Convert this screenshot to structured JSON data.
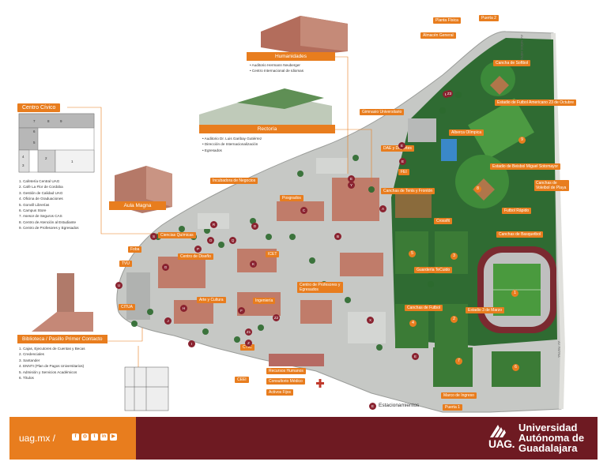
{
  "panels": {
    "centro_civico": {
      "title": "Centro Cívico",
      "items": [
        "1. Cafetería  Central UAG",
        "2. Café  La Flor de Cordoba",
        "3. Gestión de Calidad UAG",
        "4. Oficina de Graduaciones",
        "5. Gonvill Librerías",
        "6. Campus Store",
        "7.  Asesor  de  Seguros CAS",
        "8. Centro de Atención al Estudiante",
        "9. Centro de Profesores y Egresados"
      ],
      "floorplan_numbers": [
        "7",
        "8",
        "9",
        "6",
        "5",
        "2",
        "4",
        "3",
        "1"
      ]
    },
    "humanidades": {
      "title": "Humanidades",
      "items": [
        "• Auditorio Hermann Neuberger",
        "• Centro Internacional de Idiomas"
      ]
    },
    "rectoria": {
      "title": "Rectoría",
      "items": [
        "• Auditorio Dr. Luis Garibay Gutiérrez",
        "• Dirección de Internacionalización",
        "• Egresados"
      ]
    },
    "aula_magna": {
      "title": "Aula Magna"
    },
    "biblioteca": {
      "title": "Biblioteca / Pasillo Primer Contacto",
      "items": [
        "1. Cajas, Ejecutores de Cuentas y Becas",
        "2. Credenciales",
        "3. Santander",
        "4. ENNTI (Plan de Pagos Universitarios)",
        "5. Admisión y Servicios Académicos",
        "6. Títulos"
      ]
    }
  },
  "map_labels": {
    "planta_fisica": "Planta Física",
    "puerta_2": "Puerta 2",
    "almacen_general": "Almacén General",
    "cancha_softbol": "Cancha de Softbol",
    "estadio_americano": "Estadio de Futbol Americano 23 de Octubre",
    "gimnasio": "Gimnasio Universitario",
    "alberca": "Alberca Olímpica",
    "dae": "DAE y Deportes",
    "fei": "FEI",
    "estadio_beisbol": "Estadio de Beisbol Miguel Sotomayor",
    "canchas_voleibol": "Canchas de Voleibol de Playa",
    "incubadora": "Incubadora de Negocios",
    "canchas_tenis": "Canchas de Tenis y Frontón",
    "posgrados": "Posgrados",
    "crossfit": "Crossfit",
    "futbol_rapido": "Futbol Rápido",
    "canchas_basquetbol": "Canchas de Basquetbol",
    "ciencias_quimicas": "Ciencias Químicas",
    "foba": "Foba",
    "centro_diseno": "Centro de Diseño",
    "icet": "ICET",
    "tvu": "TVU",
    "guarderia": "Guardería TeCuido",
    "centro_profesores": "Centro de Profesores y Egresados",
    "arte_cultura": "Arte y Cultura",
    "citua": "CITUA",
    "ingenieria": "Ingeniería",
    "canchas_futbol": "Canchas de Futbol",
    "estadio_3marzo": "Estadio 3 de Marzo",
    "ctic": "CTIC",
    "recursos_humanos": "Recursos Humanos",
    "consultorio": "Consultorio Médico",
    "activos_fijos": "Activos Fijos",
    "ceei": "CEEI",
    "marco_ingreso": "Marco de Ingreso",
    "puerta_1": "Puerta 1",
    "av_ninos_heroes": "AV. NIÑOS HÉROES",
    "av_patria": "AV. PATRIA"
  },
  "parking_markers": [
    "A",
    "B",
    "C",
    "D",
    "E",
    "E",
    "E",
    "E",
    "E",
    "F",
    "G",
    "H",
    "I",
    "J",
    "K",
    "O",
    "P",
    "Q",
    "R",
    "S",
    "U",
    "X",
    "Y",
    "Z",
    "Z1",
    "Z2",
    "Z3"
  ],
  "field_numbers": [
    "1",
    "2",
    "3",
    "4",
    "5",
    "6",
    "7",
    "8",
    "9"
  ],
  "legend": {
    "marker": "E",
    "label": "Estacionamientos"
  },
  "footer": {
    "url": "uag.mx /",
    "social_icons": [
      "facebook-icon",
      "instagram-icon",
      "twitter-icon",
      "linkedin-icon",
      "youtube-icon"
    ],
    "social_glyphs": [
      "f",
      "◎",
      "t",
      "in",
      "▶"
    ],
    "brand_line1": "Universidad",
    "brand_line2": "Autónoma de",
    "brand_line3": "Guadalajara",
    "brand_mark": "UAG."
  },
  "colors": {
    "accent": "#e87d1e",
    "maroon": "#6e1a22",
    "campus_gray": "#c4c7c4",
    "grass": "#2f6b32",
    "building": "#c07c6a"
  }
}
